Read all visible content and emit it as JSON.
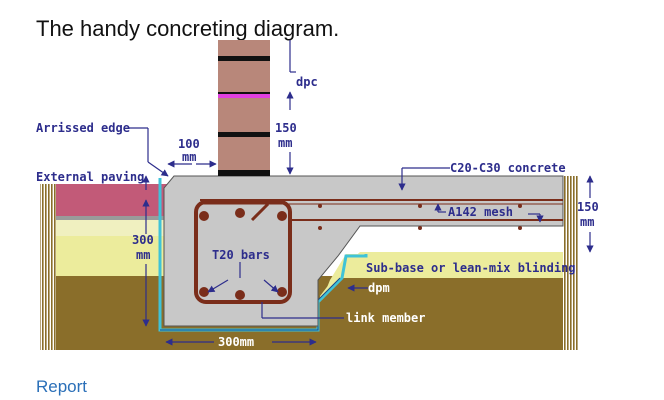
{
  "page": {
    "title": "The handy concreting diagram.",
    "report_link": "Report"
  },
  "diagram": {
    "labels": {
      "dpc": "dpc",
      "arrissed_edge": "Arrissed edge",
      "dim_100": "100",
      "dim_mm_a": "mm",
      "dim_150_top": "150",
      "dim_mm_b": "mm",
      "external_paving": "External paving",
      "concrete": "C20-C30 concrete",
      "mesh": "A142 mesh",
      "dim_150_right": "150",
      "dim_mm_c": "mm",
      "dim_300": "300",
      "dim_mm_d": "mm",
      "t20_bars": "T20 bars",
      "sub_base": "Sub-base or lean-mix blinding",
      "dpm": "dpm",
      "link_member": "link member",
      "dim_300mm": "300mm"
    },
    "colors": {
      "label_blue": "#2d2d8c",
      "brick": "#b8877a",
      "dpc": "#e040e0",
      "paving": "#c25a78",
      "concrete": "#c8c8c8",
      "soil": "#8a6e2a",
      "sub_base": "#ecec9c",
      "dpm": "#3fc3d8",
      "rebar": "#7a2d1a"
    }
  }
}
